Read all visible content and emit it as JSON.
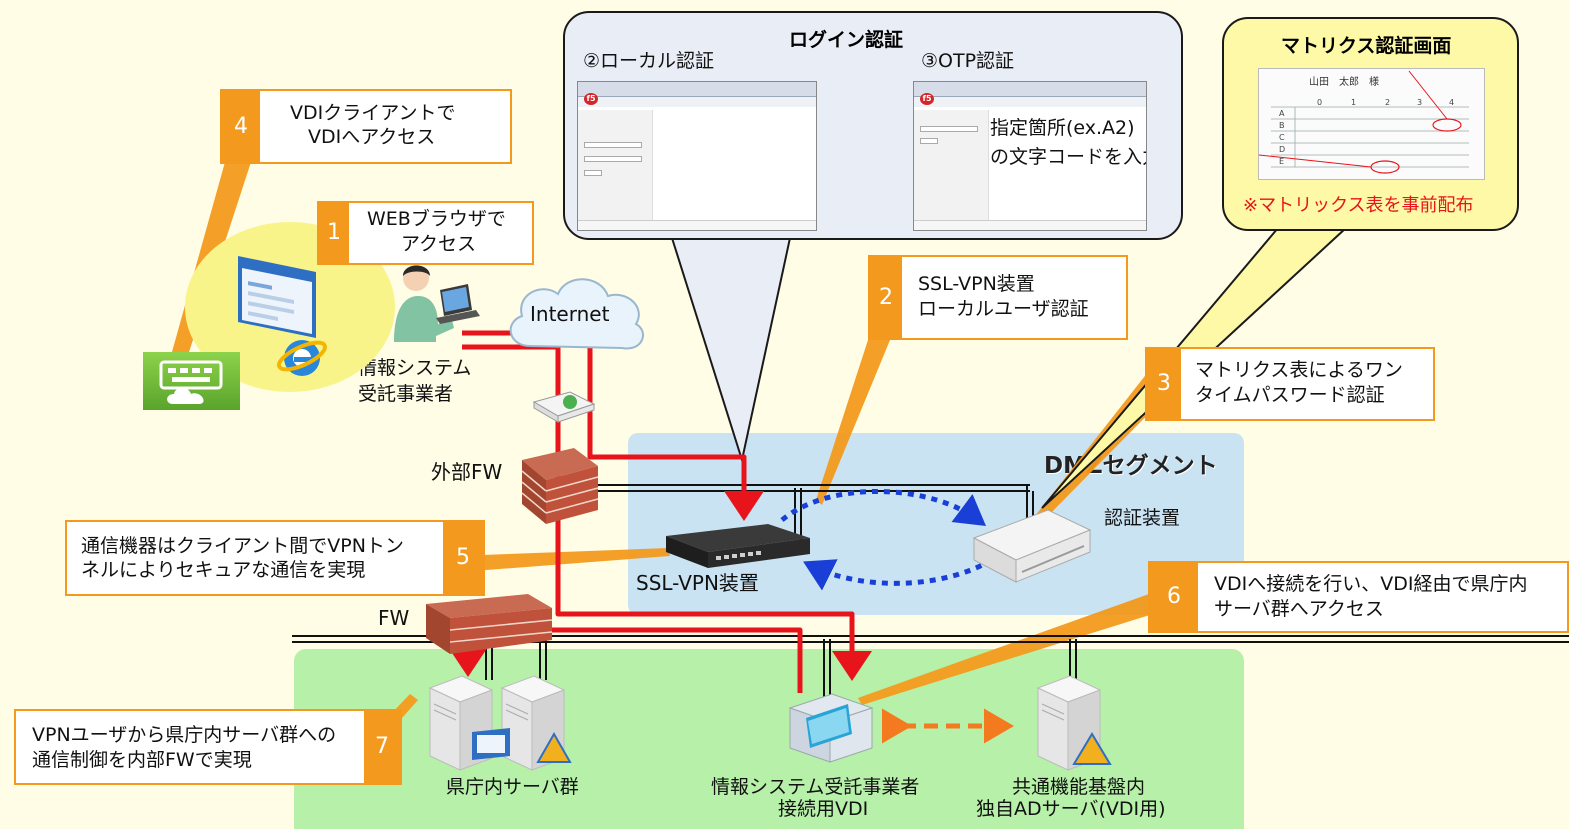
{
  "dmz_title": "DMZセグメント",
  "login_bubble": {
    "title": "ログイン認証",
    "local_label": "②ローカル認証",
    "otp_label": "③OTP認証",
    "otp_text_1": "指定箇所(ex.A2)",
    "otp_text_2": "の文字コードを入力"
  },
  "matrix_bubble": {
    "title": "マトリクス認証画面",
    "note": "※マトリックス表を事前配布",
    "card_name": "山田　太郎　様",
    "columns": [
      "0",
      "1",
      "2",
      "3",
      "4"
    ],
    "rows": [
      "A",
      "B",
      "C",
      "D",
      "E"
    ]
  },
  "labels": {
    "internet": "Internet",
    "contractor_1": "情報システム",
    "contractor_2": "受託事業者",
    "external_fw": "外部FW",
    "fw": "FW",
    "sslvpn": "SSL-VPN装置",
    "auth_device": "認証装置",
    "pref_servers": "県庁内サーバ群",
    "vdi_1": "情報システム受託事業者",
    "vdi_2": "接続用VDI",
    "ad_1": "共通機能基盤内",
    "ad_2": "独自ADサーバ(VDI用)"
  },
  "callouts": [
    {
      "num": "1",
      "line1": "WEBブラウザで",
      "line2": "アクセス"
    },
    {
      "num": "2",
      "line1": "SSL-VPN装置",
      "line2": "ローカルユーザ認証"
    },
    {
      "num": "3",
      "line1": "マトリクス表によるワン",
      "line2": "タイムパスワード認証"
    },
    {
      "num": "4",
      "line1": "VDIクライアントで",
      "line2": "VDIへアクセス"
    },
    {
      "num": "5",
      "line1": "通信機器はクライアント間でVPNトン",
      "line2": "ネルによりセキュアな通信を実現"
    },
    {
      "num": "6",
      "line1": "VDIへ接続を行い、VDI経由で県庁内",
      "line2": "サーバ群へアクセス"
    },
    {
      "num": "7",
      "line1": "VPNユーザから県庁内サーバ群への",
      "line2": "通信制御を内部FWで実現"
    }
  ],
  "colors": {
    "accent": "#f39a1e",
    "flow": "#e8141b",
    "dotted": "#1a3fd6",
    "dmz": "#c9e3f3",
    "lan": "#b7f0a8",
    "note": "#e8141b"
  }
}
